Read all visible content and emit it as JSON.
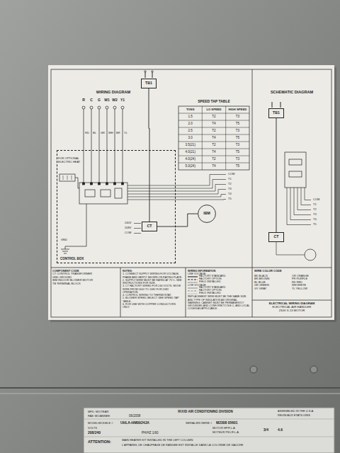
{
  "diagram": {
    "nodes": [
      {
        "text": [
          "CONTROL BOX"
        ]
      },
      {
        "text": [
          "TB1"
        ]
      },
      {
        "text": [
          "CT"
        ],
        "in": 0
      },
      {
        "text": [
          "IBM"
        ]
      },
      {
        "text": [
          "TB1"
        ]
      },
      {
        "text": [
          "CT"
        ]
      }
    ],
    "edges": [
      {
        "from": 1,
        "to": 2,
        "arrow": "none"
      },
      {
        "from": 2,
        "to": 3,
        "arrow": "none"
      },
      {
        "from": 4,
        "to": 5,
        "arrow": "none"
      }
    ],
    "labels": [
      "WIRING DIAGRAM",
      "R",
      "C",
      "G",
      "W1",
      "W2",
      "Y1",
      "SPEED TAP TABLE",
      "TONS",
      "LO SPEED",
      "HIGH SPEED",
      "1.5",
      "T2",
      "T3",
      "2.0",
      "T4",
      "T5",
      "2.5",
      "T2",
      "T3",
      "3.0",
      "T4",
      "T5",
      "3.5(21)",
      "T2",
      "T3",
      "4.0(21)",
      "T4",
      "T5",
      "4.0(24)",
      "T2",
      "T3",
      "5.0(24)",
      "T4",
      "T5",
      "SCHEMATIC DIAGRAM",
      "FOR OPTIONAL ELECTRIC HEAT",
      "RD",
      "BL",
      "GR",
      "WH",
      "BR",
      "YL",
      "COM",
      "T1",
      "T2",
      "T3",
      "T4",
      "T5",
      "240V",
      "208V",
      "COM",
      "GND",
      "COM",
      "T1",
      "T2",
      "T3",
      "T4",
      "T5",
      "COMPONENT CODE",
      "CT CONTROL TRANSFORMER",
      "GND GROUND",
      "IBM INDOOR BLOWER MOTOR",
      "TB TERMINAL BLOCK",
      "NOTES:",
      "1. CONNECT SUPPLY WIRING FOR VOLTAGE, PHASE AND HERTZ SHOWN ON RATING PLATE.",
      "2. SUPPLY WIRE MUST BE RATED AT 75°C. SEE INSTRUCTIONS FOR SIZE.",
      "3. CT FACTORY WIRED FOR 240 VOLTS. MOVE WIRE FROM 240V TO 208V FOR 208V OPERATION.",
      "4. CONTROL WIRING TO THERMOSTAT.",
      "5. BLOWER SPEED SELECT: SEE SPEED TAP TABLE.",
      "6. FOR USE WITH COPPER CONDUCTORS ONLY.",
      "WIRING INFORMATION",
      "LINE VOLTAGE",
      "LOW VOLTAGE",
      "REPLACEMENT WIRE MUST BE THE SAME SIZE AND TYPE OF INSULATION AS ORIGINAL.",
      "WARNING: CABINET MUST BE PERMANENTLY GROUNDED AND CONFORM TO N.E.C. AND LOCAL CODES AS APPLICABLE.",
      "WIRE COLOR CODE",
      "BK BLACK",
      "BR BROWN",
      "BL BLUE",
      "GR GREEN",
      "GY GRAY",
      "OR ORANGE",
      "PR PURPLE",
      "RD RED",
      "WH WHITE",
      "YL YELLOW",
      "ELECTRICAL WIRING DIAGRAM",
      "ELECTRICAL AIR HANDLER",
      "230V X-13 MOTOR",
      "MFD: MO/YEAR",
      "FAB: MO/ANNEE",
      "06/2008",
      "RUUD AIR CONDITIONING DIVISION",
      "ASSEMBLED IN THE U.S.A.",
      "REUNI AUX ETATS-UNIS",
      "MODEL/MODELE #",
      "UHLA-HM0924JA",
      "SERIAL/EN SERIE #",
      "M2308 05601",
      "VOLTS",
      "208/240",
      "PH/HZ 1/60",
      "MOTOR HP/F.L.A",
      "3/4",
      "4.6",
      "MOTEUR PSC/F.L.A",
      "ATTENTION:",
      "MAIN HEATER KIT INSTALLED IN THE LEFT COLUMN",
      "L'APPAREIL DE CHAUFFAGE DE RANGEE EST INSTALLE DANS LA COLONNE DE GAUCHE"
    ],
    "legend": [
      {
        "text": "FACTORY STANDARD"
      },
      {
        "text": "FACTORY OPTION"
      },
      {
        "text": "FIELD INSTALLED"
      },
      {
        "text": "FACTORY STANDARD"
      },
      {
        "text": "FACTORY OPTION"
      },
      {
        "text": "FIELD INSTALLED"
      }
    ]
  }
}
